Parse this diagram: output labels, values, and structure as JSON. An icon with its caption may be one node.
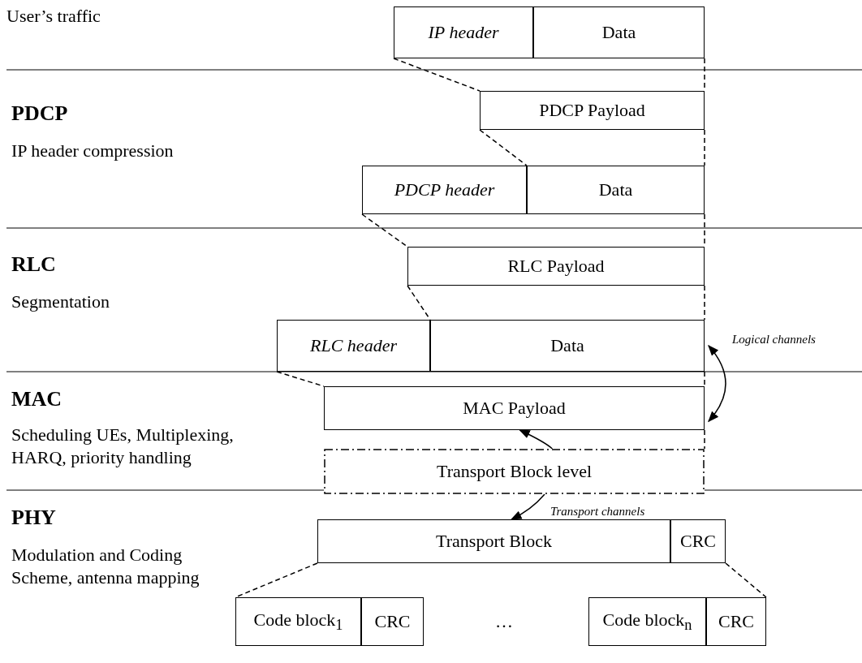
{
  "diagram": {
    "nodes": [
      {
        "text": [
          "IP header"
        ]
      },
      {
        "text": [
          "Data"
        ]
      },
      {
        "text": [
          "PDCP Payload"
        ]
      },
      {
        "text": [
          "PDCP header"
        ]
      },
      {
        "text": [
          "Data"
        ]
      },
      {
        "text": [
          "RLC Payload"
        ]
      },
      {
        "text": [
          "RLC header"
        ]
      },
      {
        "text": [
          "Data"
        ]
      },
      {
        "text": [
          "MAC Payload"
        ]
      },
      {
        "text": [
          "Transport Block level"
        ]
      },
      {
        "text": [
          "Transport Block"
        ]
      },
      {
        "text": [
          "CRC"
        ]
      },
      {
        "text": [
          "Code block$_{1}$"
        ]
      },
      {
        "text": [
          "CRC"
        ]
      },
      {
        "text": [
          "Code block$_{n}$"
        ]
      },
      {
        "text": [
          "CRC"
        ]
      }
    ],
    "edges": [
      {
        "from": 0,
        "to": 2,
        "arrow": "none",
        "style": "dashed"
      },
      {
        "from": 1,
        "to": 2,
        "arrow": "none",
        "style": "dashed"
      },
      {
        "from": 2,
        "to": 4,
        "arrow": "none",
        "style": "dashed"
      },
      {
        "from": 2,
        "to": 4,
        "arrow": "none",
        "style": "dashed"
      },
      {
        "from": 3,
        "to": 5,
        "arrow": "none",
        "style": "dashed"
      },
      {
        "from": 4,
        "to": 5,
        "arrow": "none",
        "style": "dashed"
      },
      {
        "from": 5,
        "to": 7,
        "arrow": "none",
        "style": "dashed"
      },
      {
        "from": 5,
        "to": 7,
        "arrow": "none",
        "style": "dashed"
      },
      {
        "from": 6,
        "to": 8,
        "arrow": "none",
        "style": "dashed"
      },
      {
        "from": 7,
        "to": 8,
        "arrow": "none",
        "style": "dashed"
      },
      {
        "from": 8,
        "to": 9,
        "arrow": "none",
        "style": "dashed"
      },
      {
        "from": 9,
        "to": 8,
        "arrow": "to"
      },
      {
        "from": 9,
        "to": 10,
        "arrow": "to",
        "label": "Transport channels"
      },
      {
        "from": 7,
        "to": 8,
        "arrow": "both",
        "label": "Logical channels"
      },
      {
        "from": 10,
        "to": 12,
        "arrow": "none",
        "style": "dashed"
      },
      {
        "from": 11,
        "to": 15,
        "arrow": "none",
        "style": "dashed"
      }
    ],
    "labels": [
      "User’s traffic",
      "PDCP",
      "IP header compression",
      "RLC",
      "Segmentation",
      "MAC",
      "Scheduling UEs, Multiplexing, HARQ, priority handling",
      "PHY",
      "Modulation and Coding Scheme, antenna mapping",
      "…"
    ]
  }
}
